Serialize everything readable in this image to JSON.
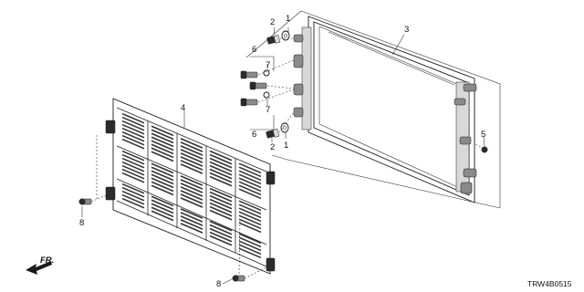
{
  "callouts": {
    "c1a": "1",
    "c1b": "1",
    "c2a": "2",
    "c2b": "2",
    "c3": "3",
    "c4": "4",
    "c5": "5",
    "c6a": "6",
    "c6b": "6",
    "c7a": "7",
    "c7b": "7",
    "c8a": "8",
    "c8b": "8"
  },
  "direction_label": "FR.",
  "diagram_code": "TRW4B0515"
}
